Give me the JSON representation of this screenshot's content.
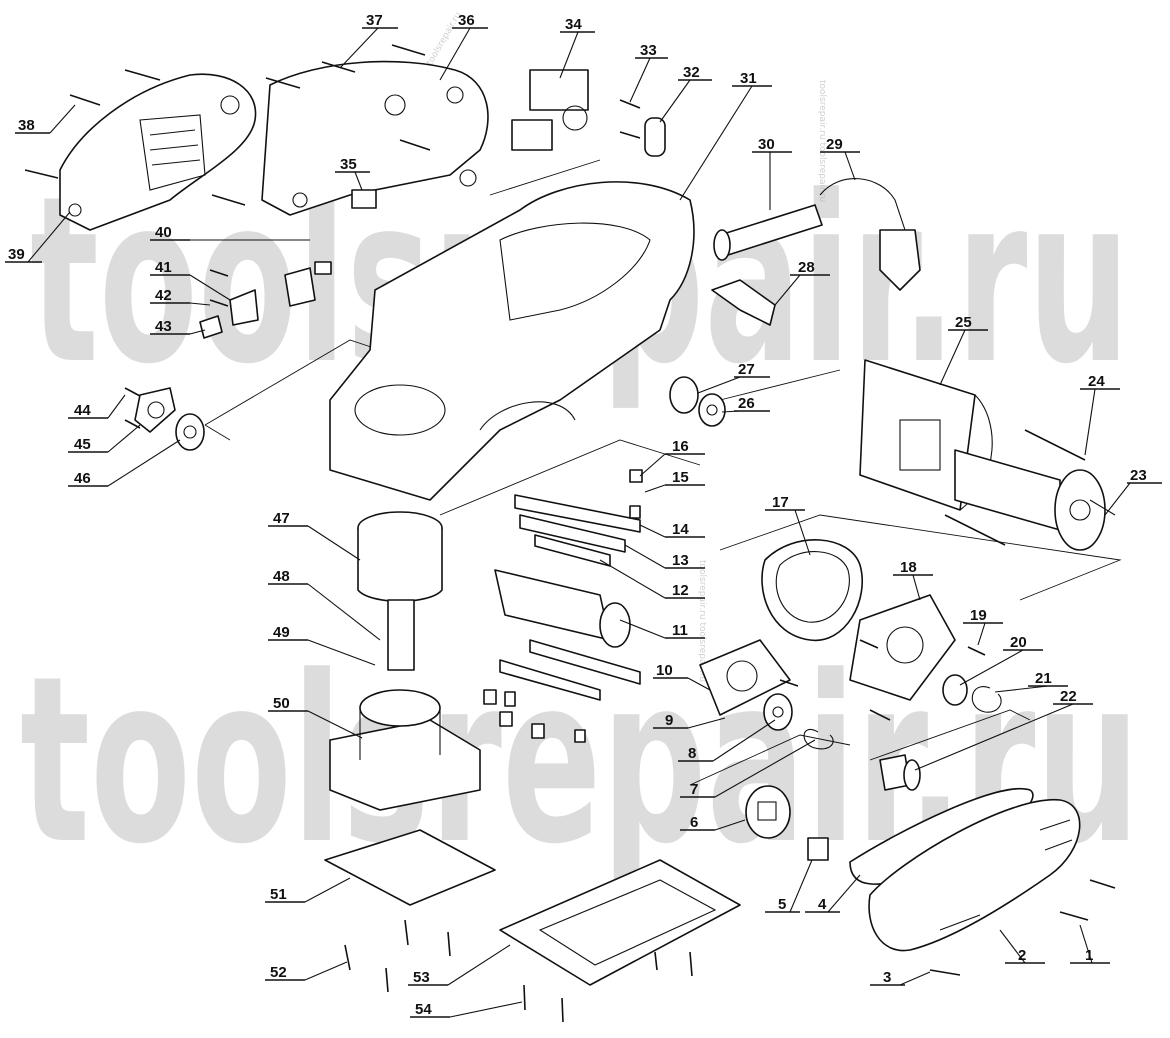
{
  "watermark": {
    "main_text": "toolsrepair.ru",
    "secondary_text": "toolsrepair.ru toolsrepair.ru"
  },
  "callouts": [
    "1",
    "2",
    "3",
    "4",
    "5",
    "6",
    "7",
    "8",
    "9",
    "10",
    "11",
    "12",
    "13",
    "14",
    "15",
    "16",
    "17",
    "18",
    "19",
    "20",
    "21",
    "22",
    "23",
    "24",
    "25",
    "26",
    "27",
    "28",
    "29",
    "30",
    "31",
    "32",
    "33",
    "34",
    "35",
    "36",
    "37",
    "38",
    "39",
    "40",
    "41",
    "42",
    "43",
    "44",
    "45",
    "46",
    "47",
    "48",
    "49",
    "50",
    "51",
    "52",
    "53",
    "54"
  ],
  "colors": {
    "ink": "#111111",
    "watermark": "#c8c8c8",
    "background": "#ffffff"
  }
}
